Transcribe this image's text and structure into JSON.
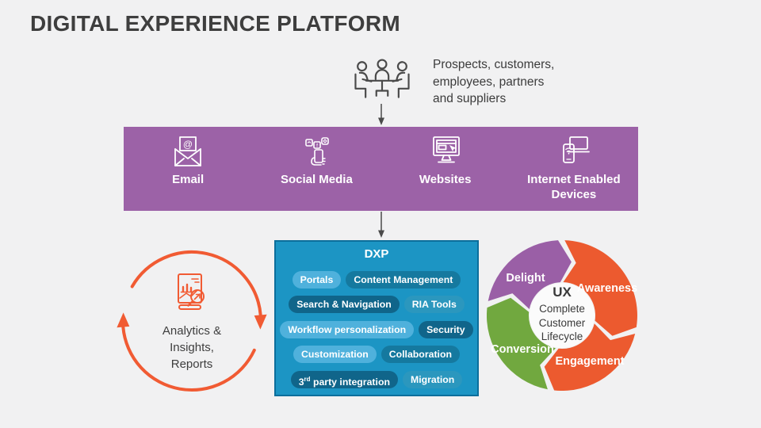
{
  "title": "DIGITAL EXPERIENCE PLATFORM",
  "audience": {
    "lines": [
      "Prospects, customers,",
      "employees, partners",
      "and suppliers"
    ]
  },
  "channels": {
    "bar_color": "#9C62A7",
    "items": [
      {
        "label": "Email",
        "icon": "email-icon"
      },
      {
        "label": "Social Media",
        "icon": "social-media-icon"
      },
      {
        "label": "Websites",
        "icon": "websites-icon"
      },
      {
        "label": "Internet Enabled Devices",
        "icon": "internet-devices-icon"
      }
    ]
  },
  "dxp": {
    "title": "DXP",
    "box_color": "#1C95C4",
    "border_color": "#0C6E9B",
    "rows": [
      [
        {
          "label": "Portals",
          "tone": "light"
        },
        {
          "label": "Content Management",
          "tone": "mid"
        }
      ],
      [
        {
          "label": "Search & Navigation",
          "tone": "dark"
        },
        {
          "label": "RIA Tools",
          "tone": "mid2"
        }
      ],
      [
        {
          "label": "Workflow personalization",
          "tone": "light"
        },
        {
          "label": "Security",
          "tone": "dark"
        }
      ],
      [
        {
          "label": "Customization",
          "tone": "light"
        },
        {
          "label": "Collaboration",
          "tone": "mid"
        }
      ],
      [
        {
          "label": "3rd party integration",
          "pre": "3",
          "sup": "rd",
          "post": " party integration",
          "tone": "dark"
        },
        {
          "label": "Migration",
          "tone": "mid2"
        }
      ]
    ]
  },
  "analytics": {
    "lines": [
      "Analytics &",
      "Insights,",
      "Reports"
    ],
    "accent_color": "#F15B33"
  },
  "lifecycle": {
    "center": {
      "heading": "UX",
      "lines": [
        "Complete",
        "Customer",
        "Lifecycle"
      ]
    },
    "segments": [
      {
        "label": "Awareness",
        "color": "#EC5A2F",
        "start": 2,
        "end": 99
      },
      {
        "label": "Engagement",
        "color": "#EC5A2F",
        "start": 104,
        "end": 186
      },
      {
        "label": "Conversion",
        "color": "#71A83F",
        "start": 191,
        "end": 276
      },
      {
        "label": "Delight",
        "color": "#9A5FA6",
        "start": 281,
        "end": 357
      }
    ]
  },
  "colors": {
    "background": "#F1F1F2",
    "title_text": "#3E3E3E",
    "body_text": "#3C3C3C",
    "arrow": "#4A4A4A"
  }
}
